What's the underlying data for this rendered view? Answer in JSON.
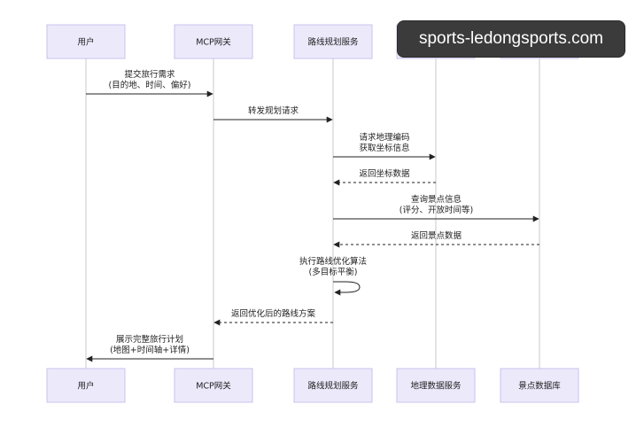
{
  "actors": [
    {
      "id": "user",
      "label": "用户"
    },
    {
      "id": "mcp",
      "label": "MCP网关"
    },
    {
      "id": "route",
      "label": "路线规划服务"
    },
    {
      "id": "geo",
      "label": "地理数据服务"
    },
    {
      "id": "poi",
      "label": "景点数据库"
    }
  ],
  "messages": [
    {
      "from": "user",
      "to": "mcp",
      "style": "solid",
      "lines": [
        "提交旅行需求",
        "(目的地、时间、偏好)"
      ]
    },
    {
      "from": "mcp",
      "to": "route",
      "style": "solid",
      "lines": [
        "转发规划请求"
      ]
    },
    {
      "from": "route",
      "to": "geo",
      "style": "solid",
      "lines": [
        "请求地理编码",
        "获取坐标信息"
      ]
    },
    {
      "from": "geo",
      "to": "route",
      "style": "dashed",
      "lines": [
        "返回坐标数据"
      ]
    },
    {
      "from": "route",
      "to": "poi",
      "style": "solid",
      "lines": [
        "查询景点信息",
        "(评分、开放时间等)"
      ]
    },
    {
      "from": "poi",
      "to": "route",
      "style": "dashed",
      "lines": [
        "返回景点数据"
      ]
    },
    {
      "from": "route",
      "to": "route",
      "style": "self",
      "lines": [
        "执行路线优化算法",
        "(多目标平衡)"
      ]
    },
    {
      "from": "route",
      "to": "mcp",
      "style": "dashed",
      "lines": [
        "返回优化后的路线方案"
      ]
    },
    {
      "from": "mcp",
      "to": "user",
      "style": "solid",
      "lines": [
        "展示完整旅行计划",
        "(地图+时间轴+详情)"
      ]
    }
  ],
  "watermark": "sports-ledongsports.com"
}
